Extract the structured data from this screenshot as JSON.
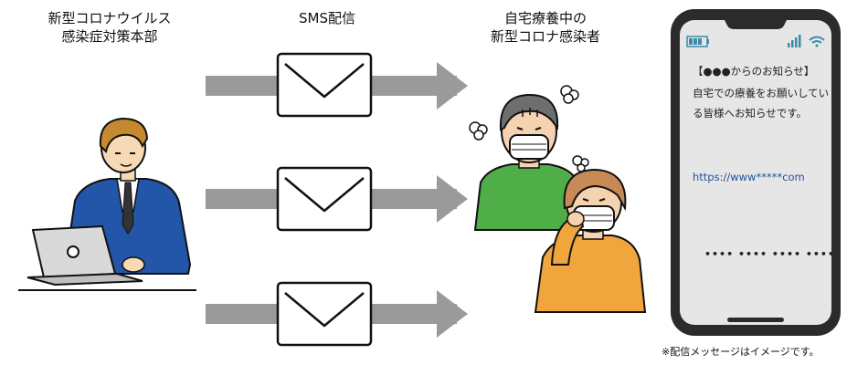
{
  "sender": {
    "title_line1": "新型コロナウイルス",
    "title_line2": "感染症対策本部"
  },
  "channel": {
    "title": "SMS配信"
  },
  "receivers": {
    "title_line1": "自宅療養中の",
    "title_line2": "新型コロナ感染者"
  },
  "phone": {
    "subject": "【●●●からのお知らせ】",
    "body": "自宅での療養をお願いしている皆様へお知らせです。",
    "link": "https://www*****com",
    "code": "•••• •••• •••• ••••"
  },
  "footnote": "※配信メッセージはイメージです。",
  "colors": {
    "arrow": "#9a9a9a",
    "suit": "#2355a8",
    "green_shirt": "#4fae48",
    "orange_shirt": "#f0a53d",
    "phone_frame": "#2b2b2b",
    "phone_screen": "#e6e6e6",
    "link": "#1f4f9c"
  }
}
